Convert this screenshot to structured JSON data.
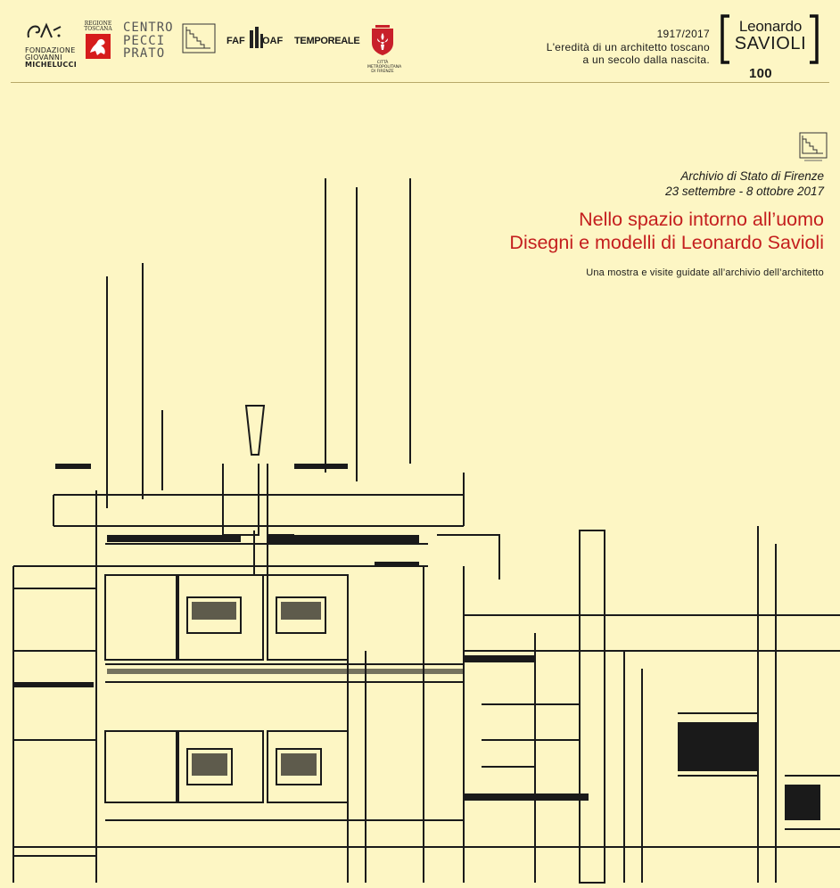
{
  "logos": {
    "michelucci": {
      "line1": "FONDAZIONE",
      "line2": "GIOVANNI",
      "line3": "MICHELUCCI"
    },
    "regione": {
      "line1": "REGIONE",
      "line2": "TOSCANA"
    },
    "pecci": {
      "line1": "CENTRO",
      "line2": "PECCI",
      "line3": "PRATO"
    },
    "faf": "FAF",
    "oaf": "OAF",
    "tempo_reale": "TEMPOREALE",
    "metro": {
      "line1": "CITTÀ METROPOLITANA",
      "line2": "DI FIRENZE"
    }
  },
  "event": {
    "years": "1917/2017",
    "line2": "L'eredità di un architetto toscano",
    "line3": "a un secolo dalla nascita."
  },
  "savioli_logo": {
    "first_name": "Leonardo",
    "last_name": "SAVIOLI",
    "number": "100"
  },
  "venue": {
    "name": "Archivio di Stato di Firenze",
    "dates": "23 settembre - 8 ottobre 2017"
  },
  "title": {
    "line1": "Nello spazio intorno all’uomo",
    "line2": "Disegni e modelli di Leonardo Savioli"
  },
  "subtitle": "Una mostra e visite guidate all’archivio dell’architetto",
  "colors": {
    "background": "#fdf6c4",
    "title_red": "#c41e1e",
    "ink": "#1a1a1a"
  }
}
